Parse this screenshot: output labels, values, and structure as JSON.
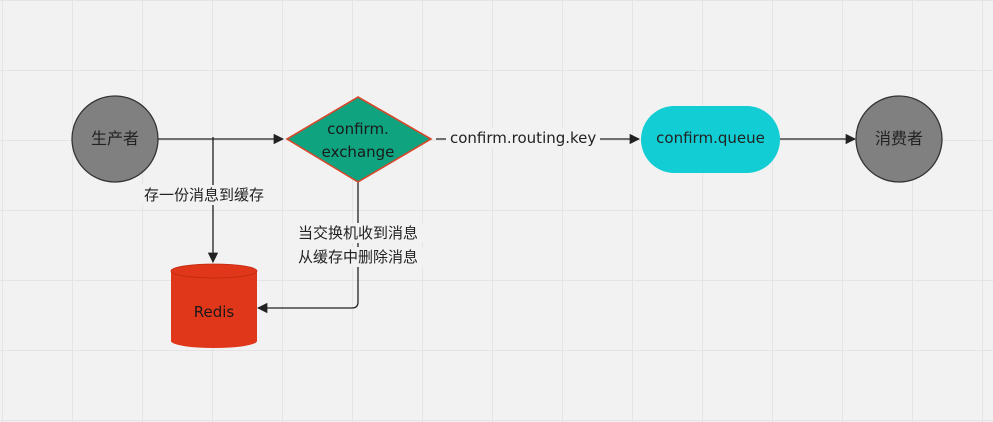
{
  "nodes": {
    "producer": {
      "label": "生产者",
      "fill": "#808080",
      "stroke": "#333333"
    },
    "exchange": {
      "line1": "confirm.",
      "line2": "exchange",
      "fill": "#10a37f",
      "stroke": "#d9472b"
    },
    "queue": {
      "label": "confirm.queue",
      "fill": "#12cdd4"
    },
    "consumer": {
      "label": "消费者",
      "fill": "#808080",
      "stroke": "#333333"
    },
    "redis": {
      "label": "Redis",
      "fill": "#e0361a"
    }
  },
  "edges": {
    "routing_key": "confirm.routing.key",
    "cache_store": "存一份消息到缓存",
    "cache_delete_line1": "当交换机收到消息",
    "cache_delete_line2": "从缓存中删除消息"
  },
  "colors": {
    "line": "#222222",
    "background": "#f2f2f2",
    "grid": "#e4e4e4"
  }
}
